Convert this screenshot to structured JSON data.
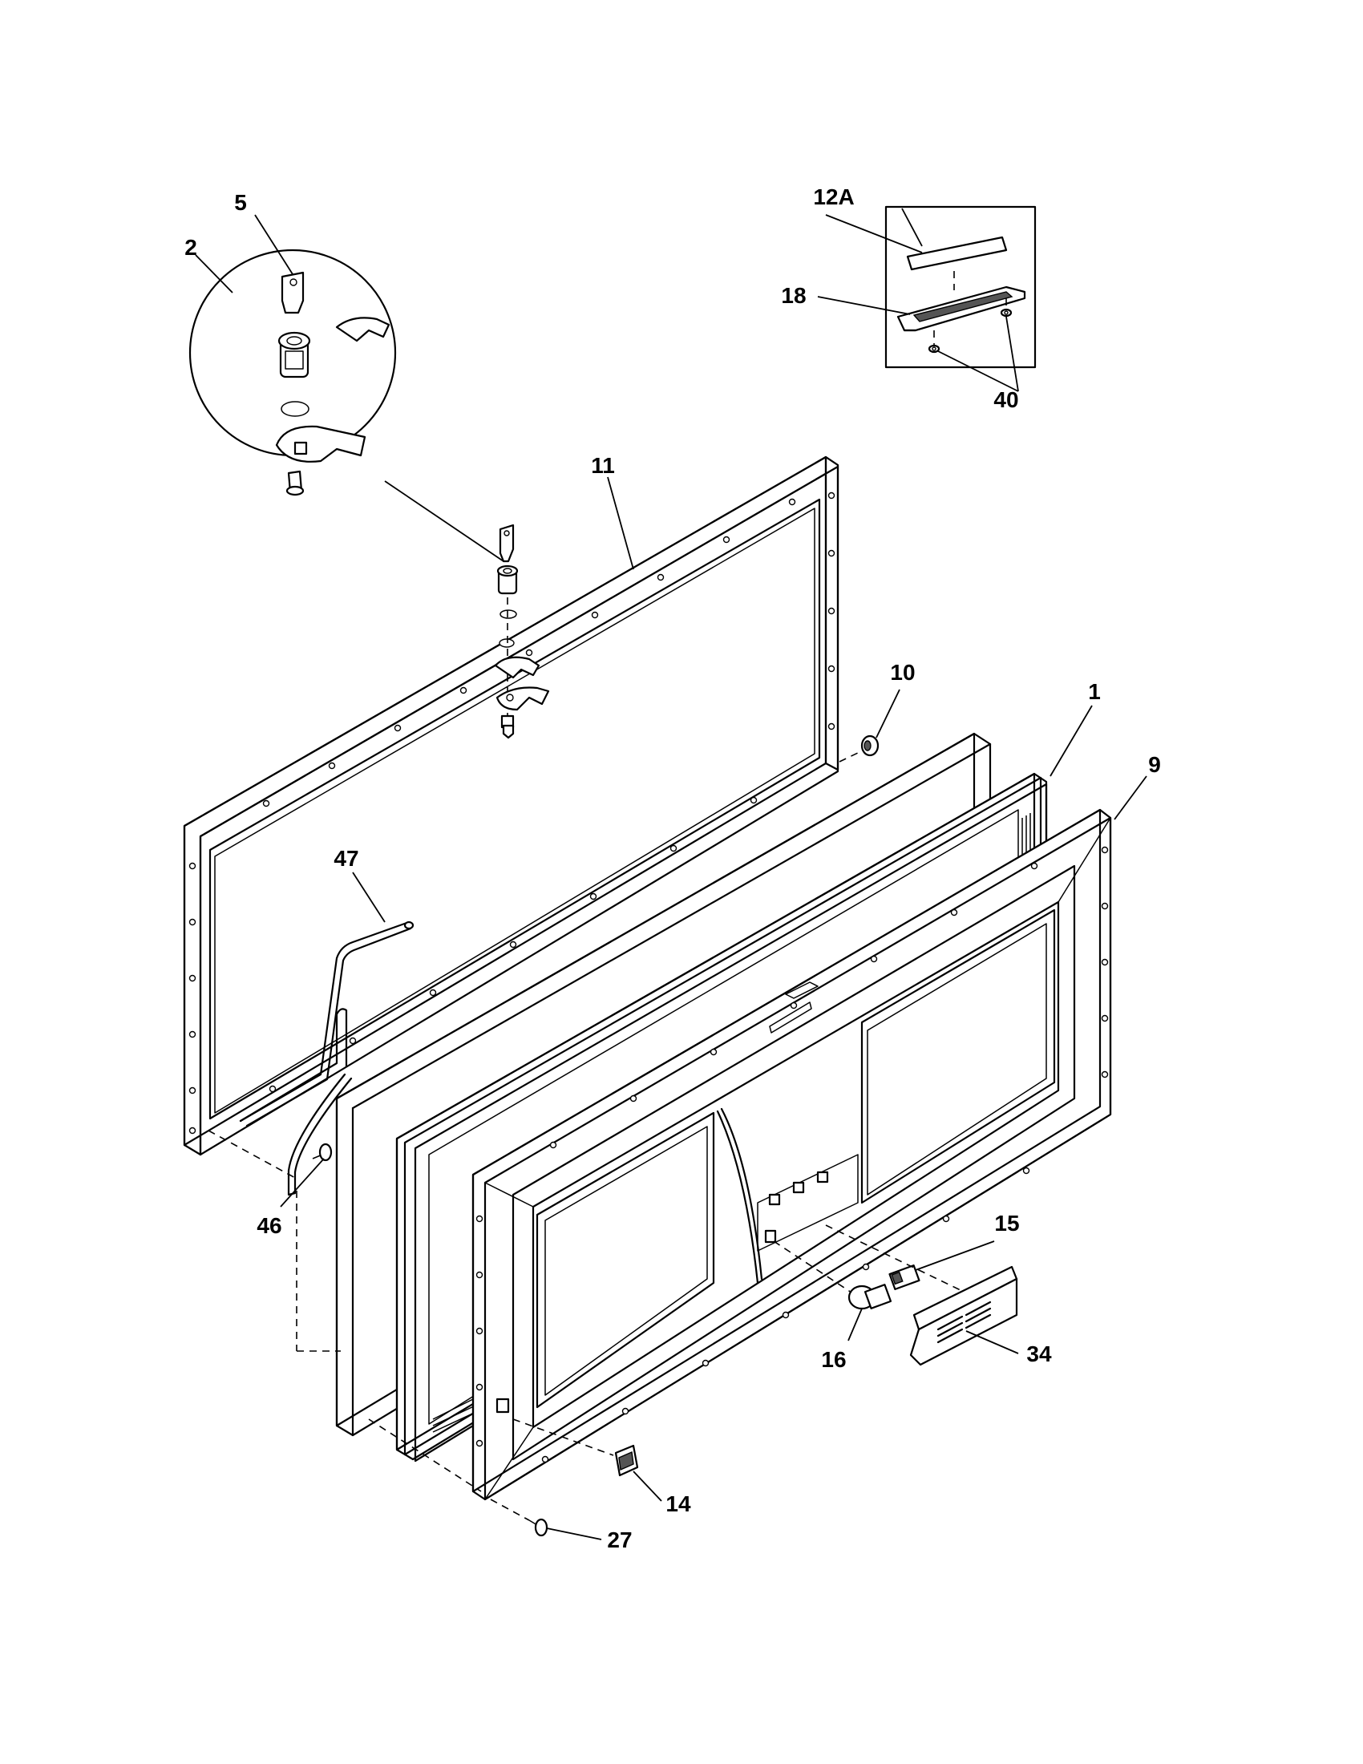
{
  "callouts": {
    "c1": "1",
    "c2": "2",
    "c5": "5",
    "c9": "9",
    "c10": "10",
    "c11": "11",
    "c12a": "12A",
    "c14": "14",
    "c15": "15",
    "c16": "16",
    "c18": "18",
    "c27": "27",
    "c34": "34",
    "c40": "40",
    "c46": "46",
    "c47": "47"
  }
}
